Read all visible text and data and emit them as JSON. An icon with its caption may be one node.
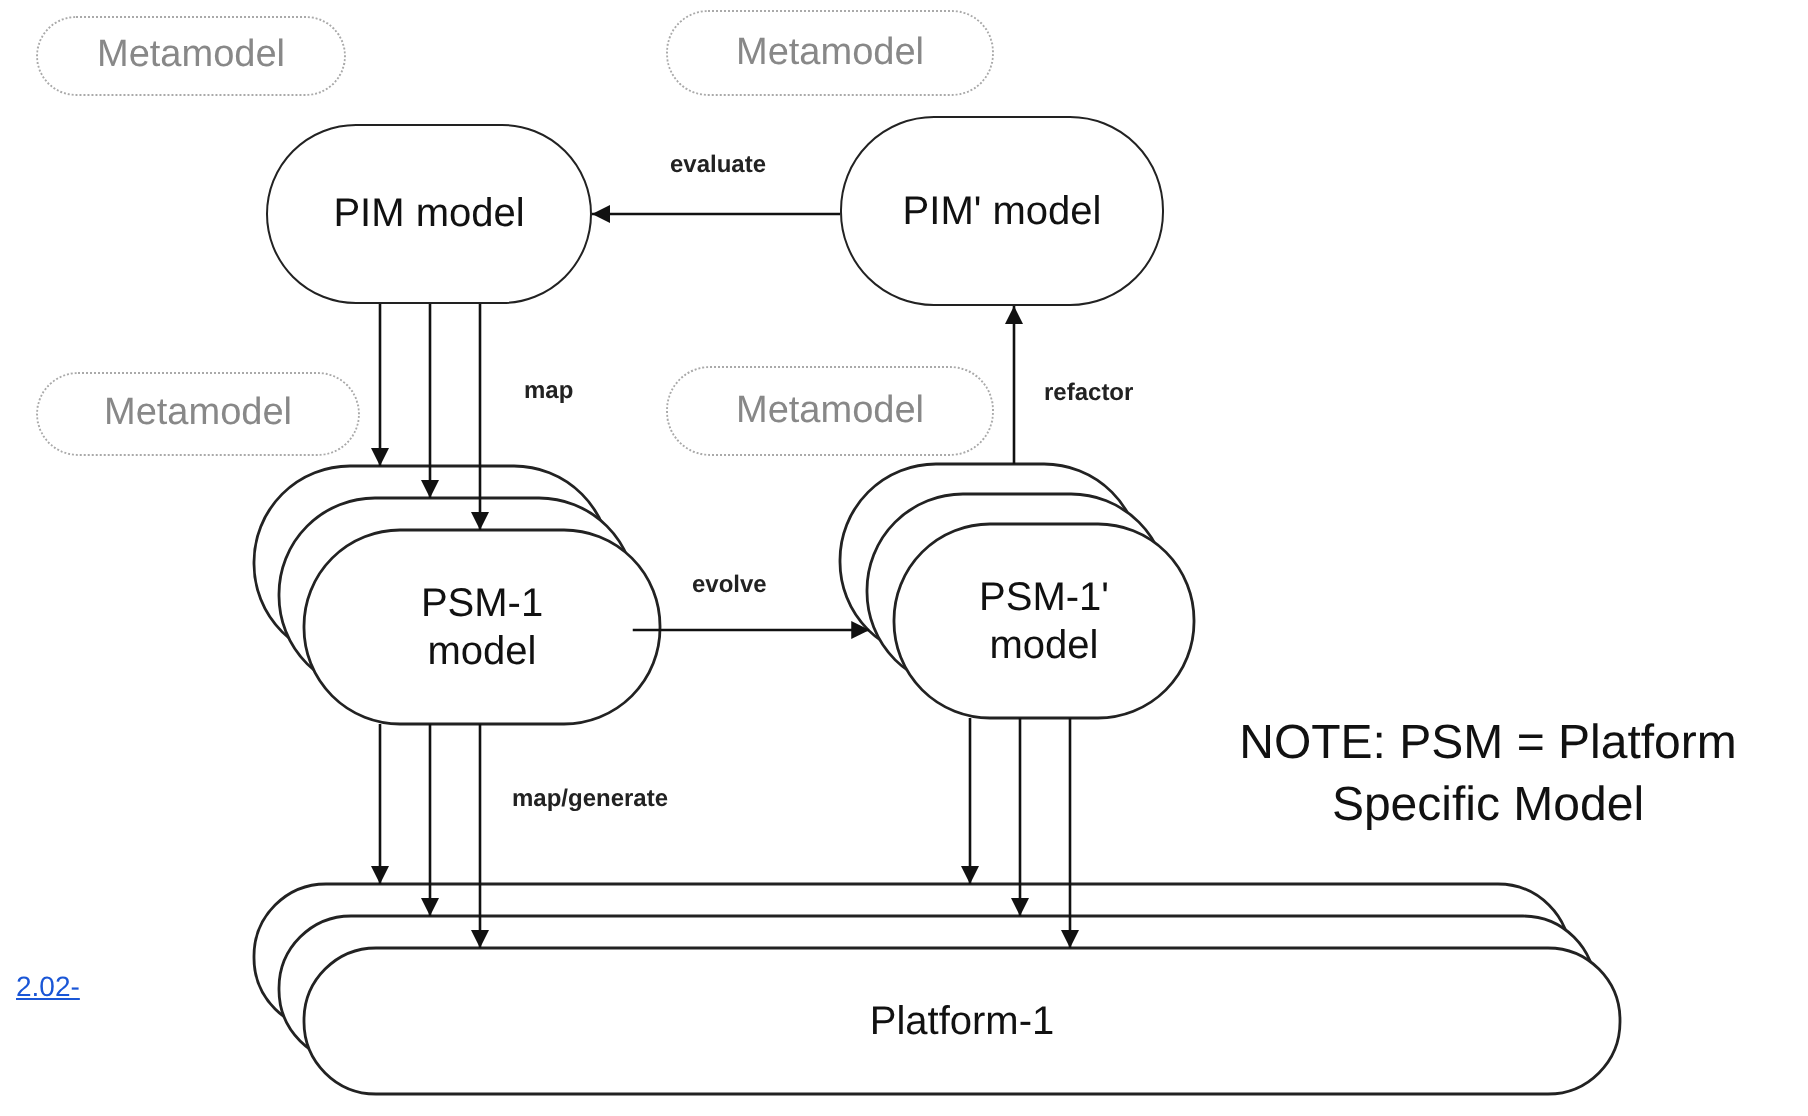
{
  "diagram": {
    "nodes": [
      {
        "text": [
          "Metamodel"
        ]
      },
      {
        "text": [
          "Metamodel"
        ]
      },
      {
        "text": [
          "PIM model"
        ]
      },
      {
        "text": [
          "PIM' model"
        ]
      },
      {
        "text": [
          "Metamodel"
        ]
      },
      {
        "text": [
          "Metamodel"
        ]
      },
      {
        "text": [
          "PSM-1 model"
        ]
      },
      {
        "text": [
          "PSM-1' model"
        ]
      },
      {
        "text": [
          "Platform-1"
        ]
      }
    ],
    "edges": [
      {
        "from": 3,
        "to": 2,
        "arrow": "to",
        "label": "evaluate"
      },
      {
        "from": 2,
        "to": 6,
        "arrow": "to"
      },
      {
        "from": 2,
        "to": 6,
        "arrow": "to"
      },
      {
        "from": 2,
        "to": 6,
        "arrow": "to",
        "label": "map"
      },
      {
        "from": 7,
        "to": 3,
        "arrow": "to",
        "label": "refactor"
      },
      {
        "from": 6,
        "to": 7,
        "arrow": "to",
        "label": "evolve"
      },
      {
        "from": 6,
        "to": 8,
        "arrow": "to"
      },
      {
        "from": 6,
        "to": 8,
        "arrow": "to"
      },
      {
        "from": 6,
        "to": 8,
        "arrow": "to",
        "label": "map/generate"
      },
      {
        "from": 7,
        "to": 8,
        "arrow": "to"
      },
      {
        "from": 7,
        "to": 8,
        "arrow": "to"
      },
      {
        "from": 7,
        "to": 8,
        "arrow": "to"
      }
    ],
    "labels": [
      "NOTE: PSM = Platform Specific Model",
      "2.02-"
    ]
  }
}
